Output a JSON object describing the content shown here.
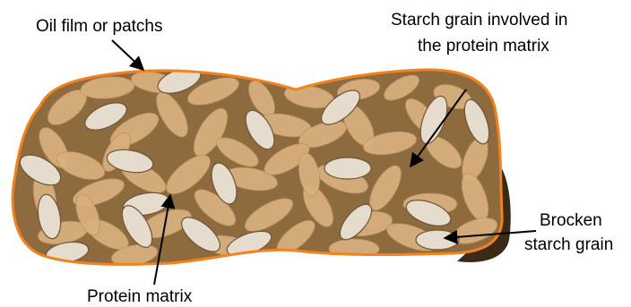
{
  "labels": {
    "oil_film": "Oil film or patchs",
    "starch_involved_line1": "Starch grain involved in",
    "starch_involved_line2": "the protein matrix",
    "broken_line1": "Brocken",
    "broken_line2": "starch grain",
    "protein_matrix": "Protein matrix"
  },
  "colors": {
    "matrix_fill": "#8e6b3e",
    "outline": "#f2821d",
    "protein_grain": "#d9b07e",
    "starch_grain": "#e6dccd",
    "arrow": "#000000"
  }
}
